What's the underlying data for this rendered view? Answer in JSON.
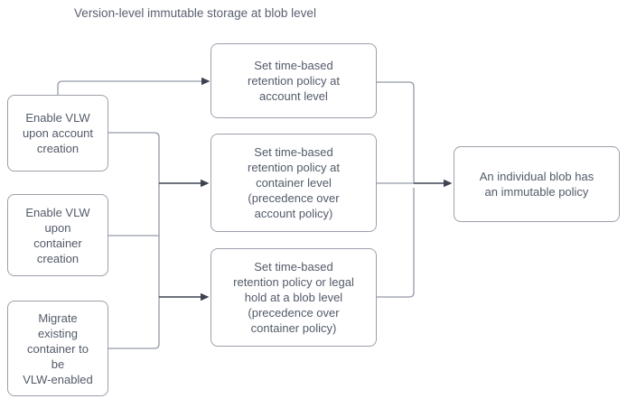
{
  "title": "Version-level immutable storage at blob level",
  "diagram": {
    "left_nodes": [
      {
        "id": "enable-vlw-account",
        "label": "Enable VLW\nupon account\ncreation"
      },
      {
        "id": "enable-vlw-container",
        "label": "Enable VLW\nupon\ncontainer\ncreation"
      },
      {
        "id": "migrate-existing",
        "label": "Migrate\nexisting\ncontainer to\nbe\nVLW-enabled"
      }
    ],
    "middle_nodes": [
      {
        "id": "retention-account",
        "label": "Set time-based\nretention policy at\naccount level"
      },
      {
        "id": "retention-container",
        "label": "Set time-based\nretention policy at\ncontainer level\n(precedence over\naccount policy)"
      },
      {
        "id": "retention-blob",
        "label": "Set time-based\nretention policy or legal\nhold at a blob level\n(precedence over\ncontainer policy)"
      }
    ],
    "right_node": {
      "id": "immutable-blob",
      "label": "An individual blob has\nan immutable policy"
    }
  },
  "colors": {
    "background": "#ffffff",
    "node_border": "#9aa0aa",
    "node_fill": "#ffffff",
    "text": "#525a69",
    "title_text": "#5a6170",
    "connector_line": "#949aa6",
    "arrow": "#3d4451"
  }
}
